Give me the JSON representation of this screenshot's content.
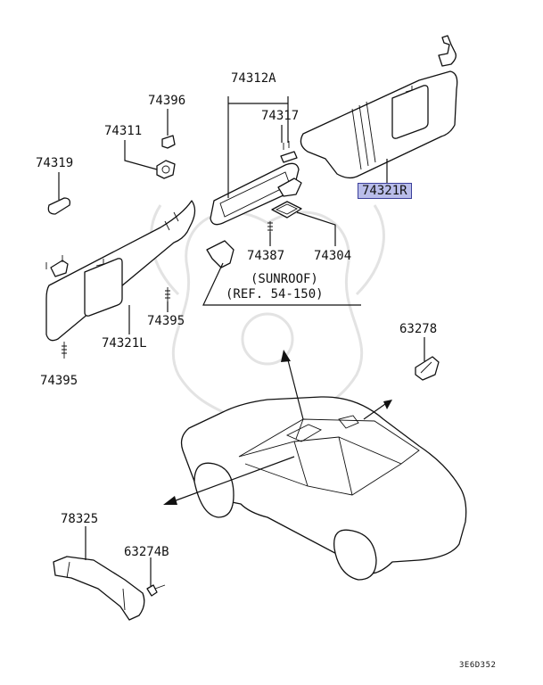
{
  "labels": {
    "p74312A": "74312A",
    "p74396": "74396",
    "p74317": "74317",
    "p74311": "74311",
    "p74319": "74319",
    "p74321R": "74321R",
    "p74387": "74387",
    "p74304": "74304",
    "sunroof": "(SUNROOF)",
    "ref": "(REF. 54-150)",
    "p74395a": "74395",
    "p74321L": "74321L",
    "p63278": "63278",
    "p74395b": "74395",
    "p78325": "78325",
    "p63274B": "63274B"
  },
  "diagram_code": "3E6D352",
  "colors": {
    "highlight": "#b9bdea",
    "line": "#111111"
  }
}
